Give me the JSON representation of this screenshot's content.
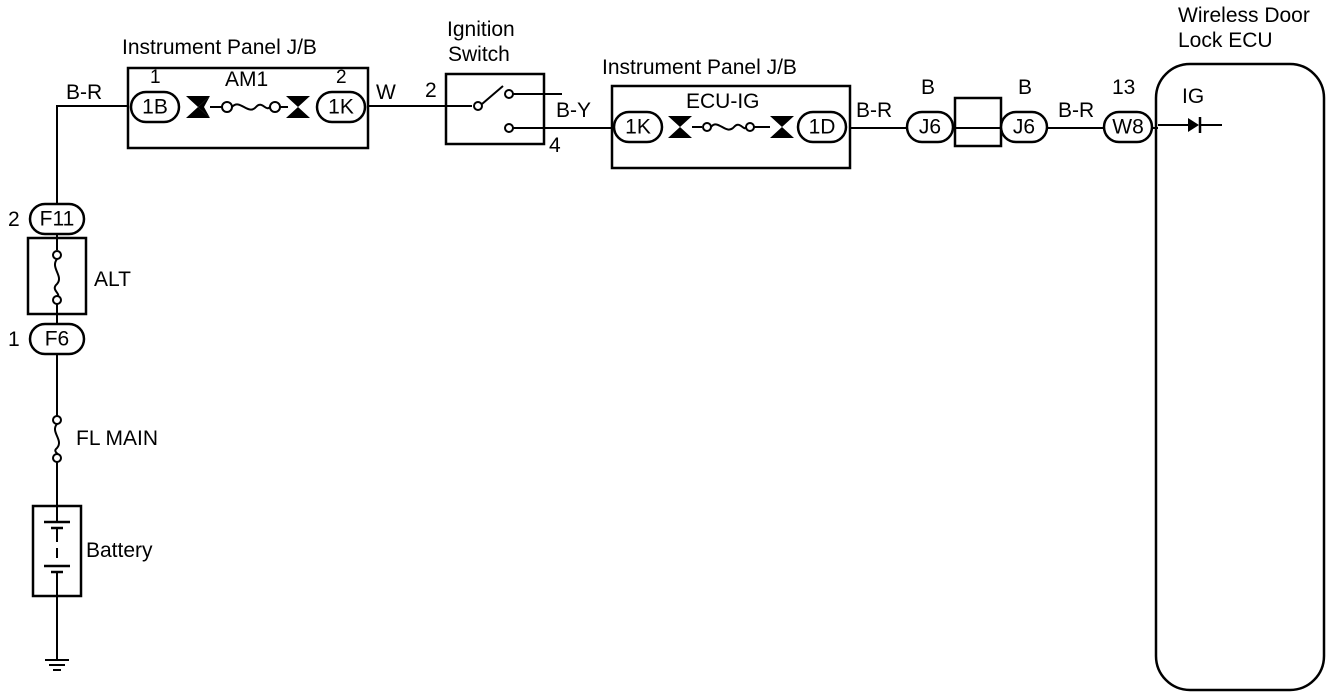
{
  "ecu": {
    "title_line1": "Wireless Door",
    "title_line2": "Lock ECU",
    "ig_label": "IG"
  },
  "jb_left": {
    "title": "Instrument Panel J/B",
    "fuse": "AM1",
    "pin_left": "1",
    "pin_right": "2",
    "conn_left": "1B",
    "conn_right": "1K"
  },
  "ign": {
    "title_line1": "Ignition",
    "title_line2": "Switch",
    "pin_in": "2",
    "pin_out": "4"
  },
  "jb_right": {
    "title": "Instrument Panel J/B",
    "fuse": "ECU-IG",
    "conn_left": "1K",
    "conn_right": "1D"
  },
  "junction": {
    "conn_left": "J6",
    "conn_right": "J6",
    "wire_left": "B",
    "wire_right": "B"
  },
  "ecu_conn": {
    "conn": "W8",
    "pin": "13"
  },
  "wires": {
    "w1": "B-R",
    "w2": "W",
    "w3": "B-Y",
    "w4": "B-R",
    "w5": "B-R"
  },
  "fusible": {
    "conn_top": "F11",
    "conn_bottom": "F6",
    "pin_top": "2",
    "pin_bottom": "1",
    "name": "ALT"
  },
  "main_fuse": {
    "name": "FL MAIN"
  },
  "battery": {
    "name": "Battery"
  }
}
